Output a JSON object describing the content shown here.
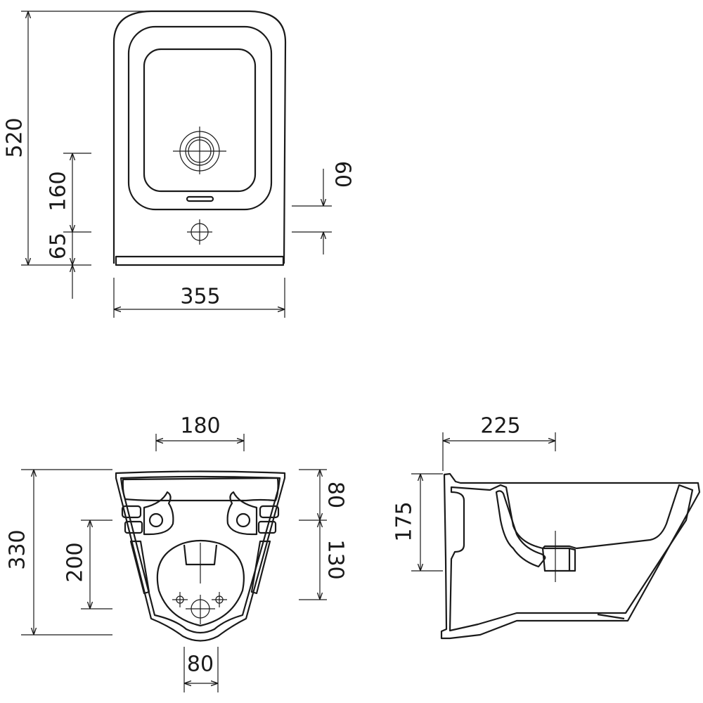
{
  "top_view": {
    "dim_height": "520",
    "dim_tap_to_drain": "160",
    "dim_tap_to_base": "65",
    "dim_overflow_slot": "60",
    "dim_width": "355"
  },
  "back_view": {
    "dim_fixing_spacing": "180",
    "dim_height": "330",
    "dim_fixing_to_supply": "200",
    "dim_top_to_fixing": "80",
    "dim_fixing_to_supply_right": "130",
    "dim_supply_spacing": "80"
  },
  "side_view": {
    "dim_wall_to_drain": "225",
    "dim_height": "175"
  },
  "colors": {
    "line": "#1a1a1a",
    "background": "#ffffff"
  }
}
